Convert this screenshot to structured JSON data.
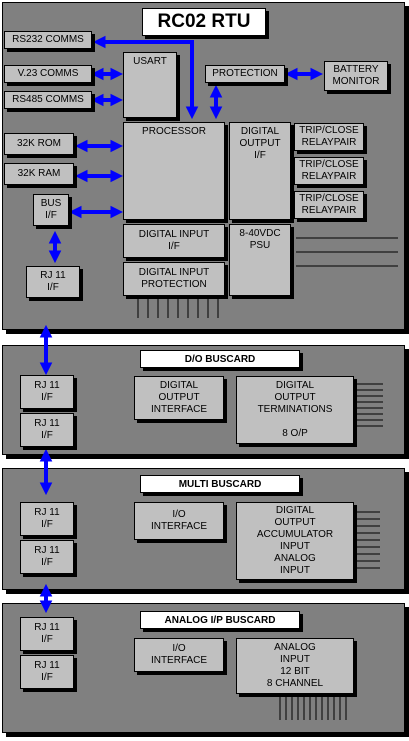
{
  "main": {
    "title": "RC02 RTU",
    "rs232": "RS232 COMMS",
    "v23": "V.23 COMMS",
    "rs485": "RS485 COMMS",
    "usart": "USART",
    "protection": "PROTECTION",
    "battery": "BATTERY\nMONITOR",
    "processor": "PROCESSOR",
    "digital_output_if": "DIGITAL\nOUTPUT\nI/F",
    "relay_label": "TRIP/CLOSE\nRELAYPAIR",
    "rom": "32K ROM",
    "ram": "32K RAM",
    "bus_if": "BUS\nI/F",
    "rj11": "RJ 11\nI/F",
    "digital_input_if": "DIGITAL INPUT\nI/F",
    "digital_input_prot": "DIGITAL INPUT\nPROTECTION",
    "psu": "8-40VDC\nPSU"
  },
  "do_card": {
    "title": "D/O BUSCARD",
    "rj11_a": "RJ 11\nI/F",
    "rj11_b": "RJ 11\nI/F",
    "interface": "DIGITAL\nOUTPUT\nINTERFACE",
    "terminations": "DIGITAL\nOUTPUT\nTERMINATIONS\n\n8 O/P"
  },
  "multi_card": {
    "title": "MULTI BUSCARD",
    "rj11_a": "RJ 11\nI/F",
    "rj11_b": "RJ 11\nI/F",
    "interface": "I/O\nINTERFACE",
    "block": "DIGITAL\nOUTPUT\nACCUMULATOR\nINPUT\nANALOG\nINPUT"
  },
  "analog_card": {
    "title": "ANALOG I/P BUSCARD",
    "rj11_a": "RJ 11\nI/F",
    "rj11_b": "RJ 11\nI/F",
    "interface": "I/O\nINTERFACE",
    "block": "ANALOG\nINPUT\n12 BIT\n8 CHANNEL"
  },
  "colors": {
    "panel": "#808080",
    "block": "#c0c0c0",
    "arrow": "#0000ff"
  }
}
